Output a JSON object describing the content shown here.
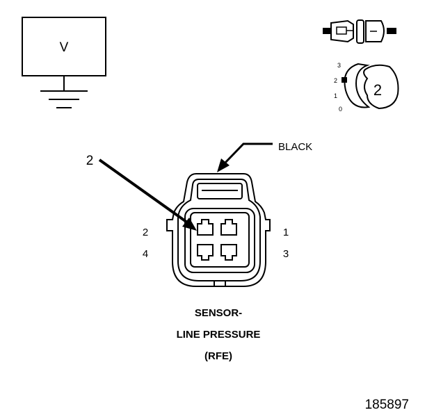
{
  "meter": {
    "symbol": "V"
  },
  "probe": {
    "position_scale": [
      "3",
      "2",
      "1",
      "0"
    ],
    "selected_position": "2"
  },
  "connector": {
    "color_label": "BLACK",
    "cavity_callout": "2",
    "pin_labels": {
      "top_left": "2",
      "top_right": "1",
      "bottom_left": "4",
      "bottom_right": "3"
    }
  },
  "component": {
    "name_line1": "SENSOR-",
    "name_line2": "LINE PRESSURE",
    "name_line3": "(RFE)"
  },
  "figure_number": "185897"
}
